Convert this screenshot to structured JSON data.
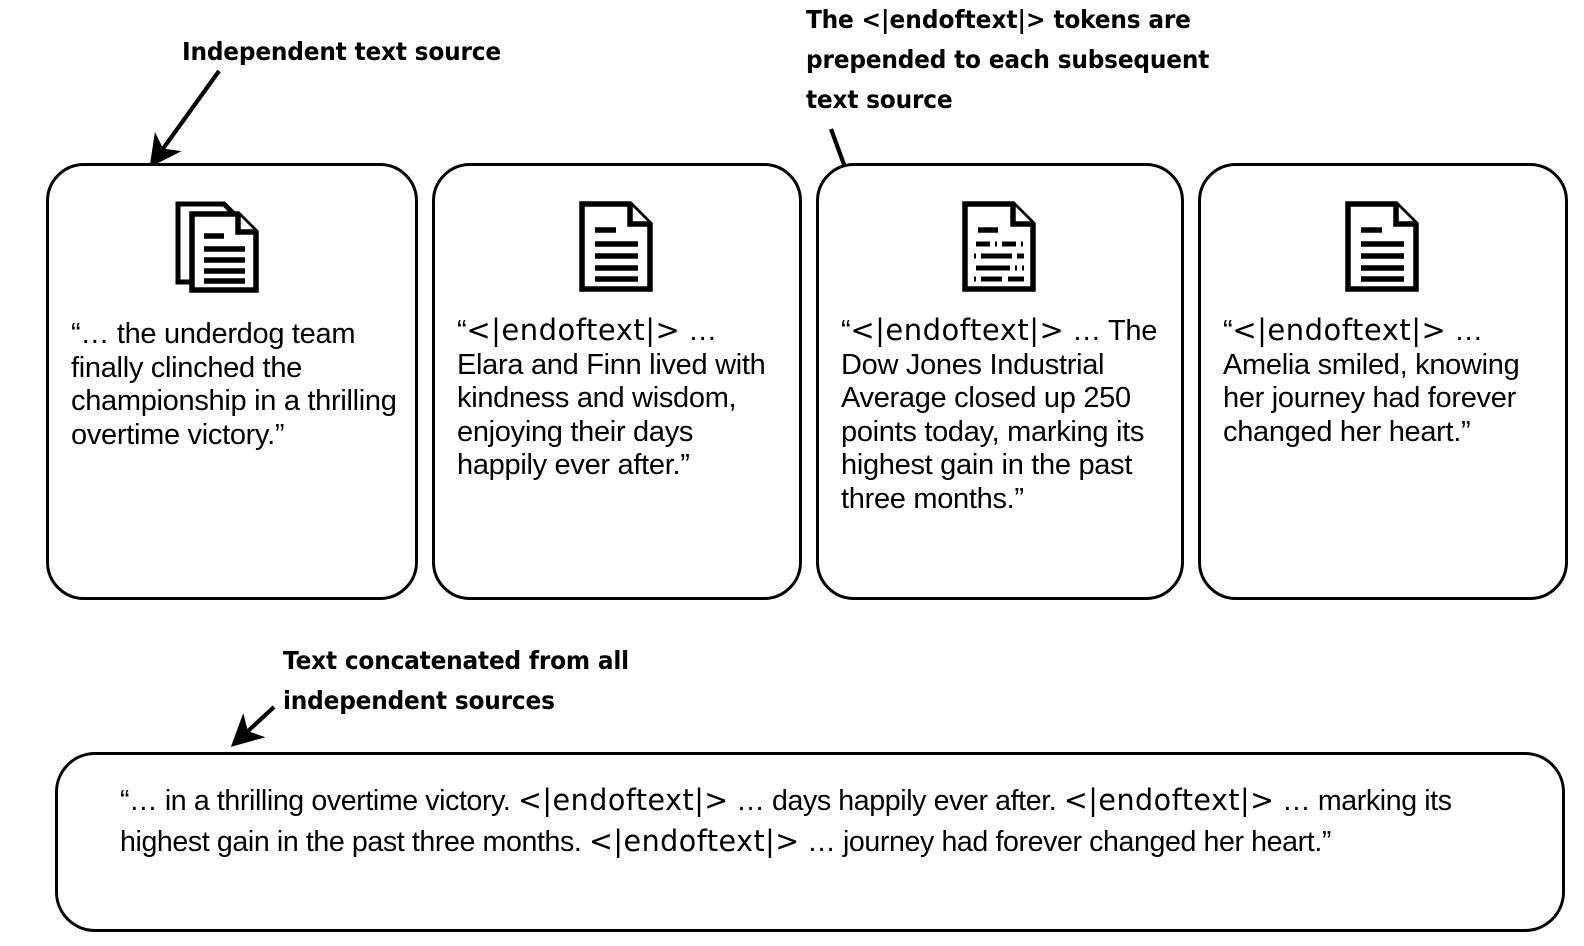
{
  "annotations": {
    "independent_source": "Independent text source",
    "prepended_pre": "The ",
    "prepended_token": "<|endoftext|>",
    "prepended_post": " tokens are prepended to each subsequent text source",
    "concatenated": "Text concatenated from all independent sources"
  },
  "token": "<|endoftext|>",
  "cards": [
    {
      "icon": "document-stack-icon",
      "has_token": false,
      "open_quote": "“… ",
      "body": "the underdog team finally clinched the championship in a thrilling overtime victory.”"
    },
    {
      "icon": "document-icon",
      "has_token": true,
      "open_quote": "“",
      "after_token": " … ",
      "body": "Elara and Finn lived with kindness and wisdom, enjoying their days happily ever after.”"
    },
    {
      "icon": "document-dashed-lines-icon",
      "has_token": true,
      "open_quote": "“",
      "after_token": " … ",
      "body": "The Dow Jones Industrial Average closed up 250 points today, marking its highest gain in the past three months.”"
    },
    {
      "icon": "document-icon",
      "has_token": true,
      "open_quote": "“",
      "after_token": " … ",
      "body": "Amelia smiled, knowing her journey had forever changed her heart.”"
    }
  ],
  "bottom": {
    "segments": [
      {
        "type": "text",
        "value": "“… in a thrilling overtime victory. "
      },
      {
        "type": "token",
        "value": "<|endoftext|>"
      },
      {
        "type": "text",
        "value": " … days happily ever after. "
      },
      {
        "type": "token",
        "value": "<|endoftext|>"
      },
      {
        "type": "text",
        "value": " … marking its highest gain in the past three months. "
      },
      {
        "type": "token",
        "value": "<|endoftext|>"
      },
      {
        "type": "text",
        "value": " … journey had forever changed her heart.”"
      }
    ]
  },
  "colors": {
    "stroke": "#000000",
    "background": "#ffffff"
  }
}
